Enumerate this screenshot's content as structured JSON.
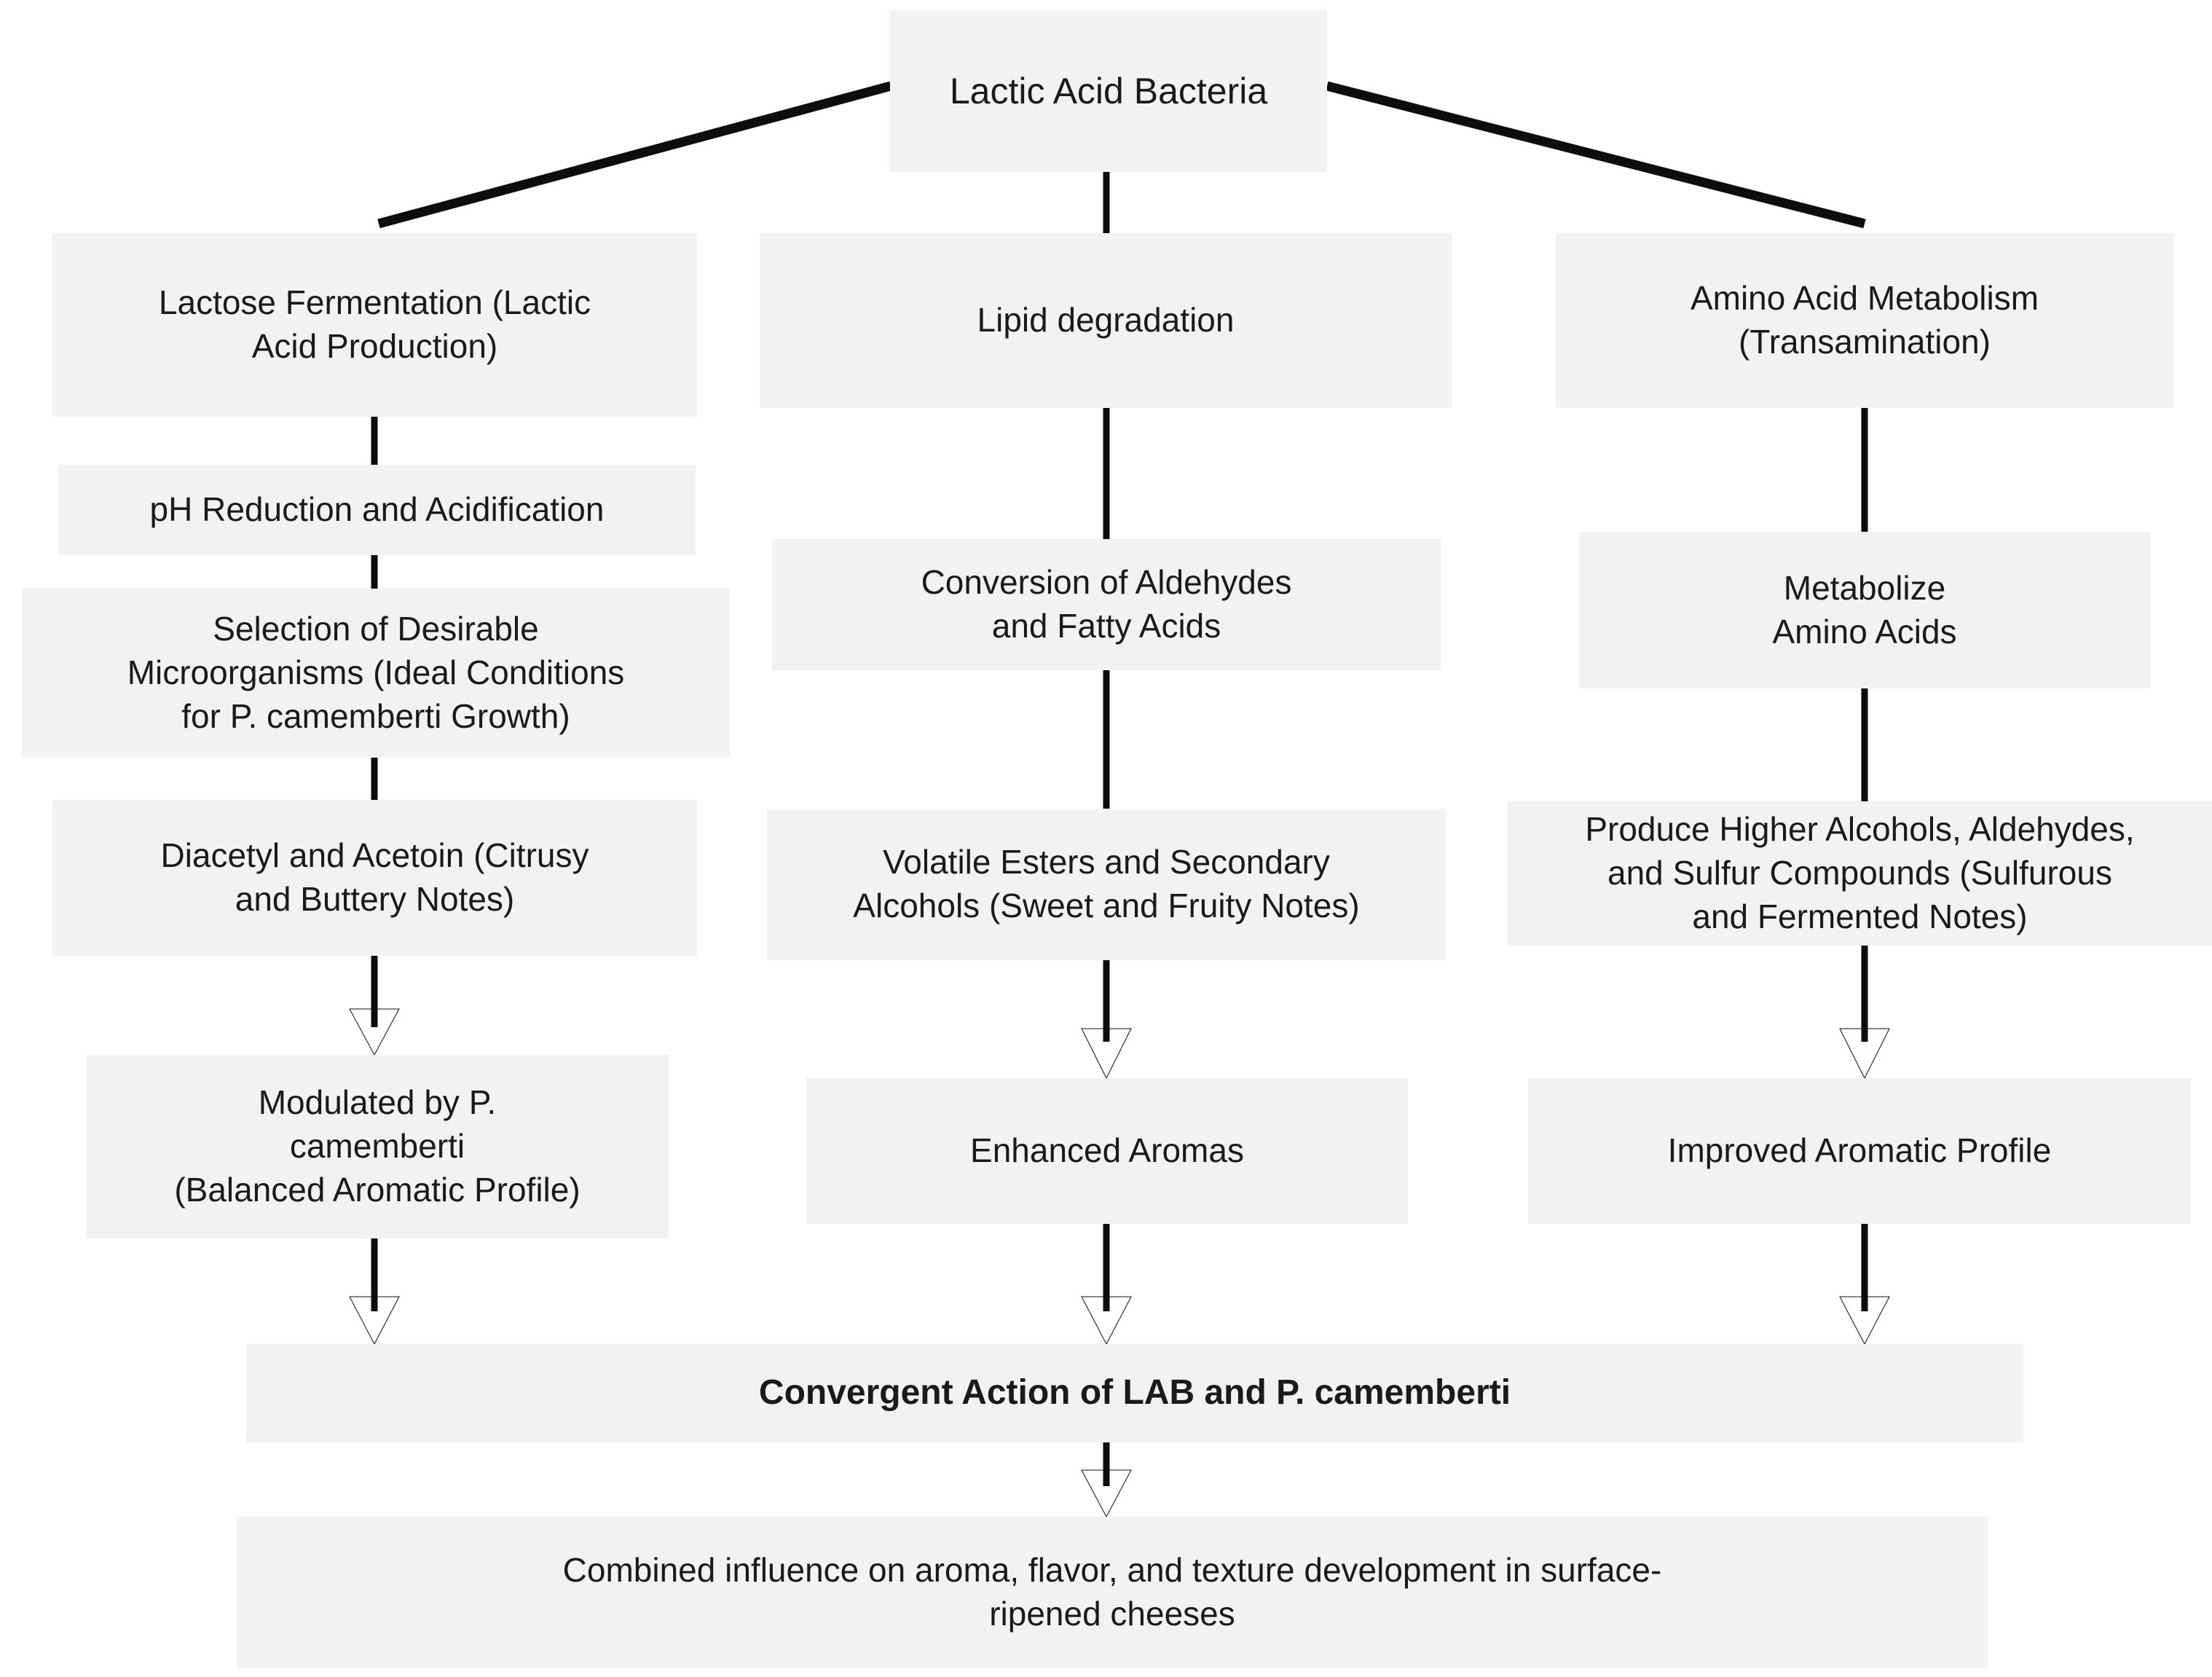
{
  "diagram": {
    "title_node": {
      "id": "lactic-acid-bacteria",
      "label": "Lactic Acid Bacteria"
    },
    "columns": [
      {
        "name": "lactose-fermentation-branch",
        "nodes": [
          {
            "id": "lactose-fermentation",
            "label": "Lactose Fermentation (Lactic\nAcid Production)"
          },
          {
            "id": "ph-reduction",
            "label": "pH Reduction and  Acidification"
          },
          {
            "id": "selection-microorganisms",
            "label": "Selection of Desirable\nMicroorganisms (Ideal Conditions\nfor P. camemberti Growth)"
          },
          {
            "id": "diacetyl-acetoin",
            "label": "Diacetyl and Acetoin (Citrusy\nand Buttery Notes)"
          },
          {
            "id": "modulated-camemberti",
            "label": "Modulated by P.\ncamemberti\n(Balanced Aromatic Profile)"
          }
        ]
      },
      {
        "name": "lipid-degradation-branch",
        "nodes": [
          {
            "id": "lipid-degradation",
            "label": "Lipid degradation"
          },
          {
            "id": "conversion-aldehydes",
            "label": "Conversion of Aldehydes\nand Fatty Acids"
          },
          {
            "id": "volatile-esters",
            "label": "Volatile Esters and Secondary\nAlcohols (Sweet and Fruity Notes)"
          },
          {
            "id": "enhanced-aromas",
            "label": "Enhanced Aromas"
          }
        ]
      },
      {
        "name": "amino-acid-metabolism-branch",
        "nodes": [
          {
            "id": "amino-acid-metabolism",
            "label": "Amino Acid Metabolism\n(Transamination)"
          },
          {
            "id": "metabolize-amino-acids",
            "label": "Metabolize\nAmino Acids"
          },
          {
            "id": "produce-higher-alcohols",
            "label": "Produce Higher Alcohols, Aldehydes,\nand Sulfur Compounds (Sulfurous\nand Fermented Notes)"
          },
          {
            "id": "improved-aromatic-profile",
            "label": "Improved Aromatic Profile"
          }
        ]
      }
    ],
    "convergence_node": {
      "id": "convergent-action",
      "label": "Convergent Action of LAB and P. camemberti"
    },
    "outcome_node": {
      "id": "combined-influence",
      "label": "Combined influence on aroma, flavor, and texture development in surface-\nripened cheeses"
    },
    "colors": {
      "node_fill": "#f2f2f2",
      "node_text": "#1a1a1a",
      "edge_stroke": "#0d0d0d",
      "canvas_background": "#ffffff"
    }
  }
}
